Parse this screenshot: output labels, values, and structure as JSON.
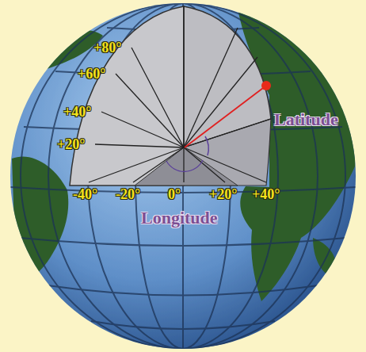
{
  "diagram": {
    "labels": [
      "+80°",
      "+60°",
      "+40°",
      "+20°",
      "-40°",
      "-20°",
      "0°",
      "+20°",
      "+40°",
      "Latitude",
      "Longitude"
    ]
  }
}
